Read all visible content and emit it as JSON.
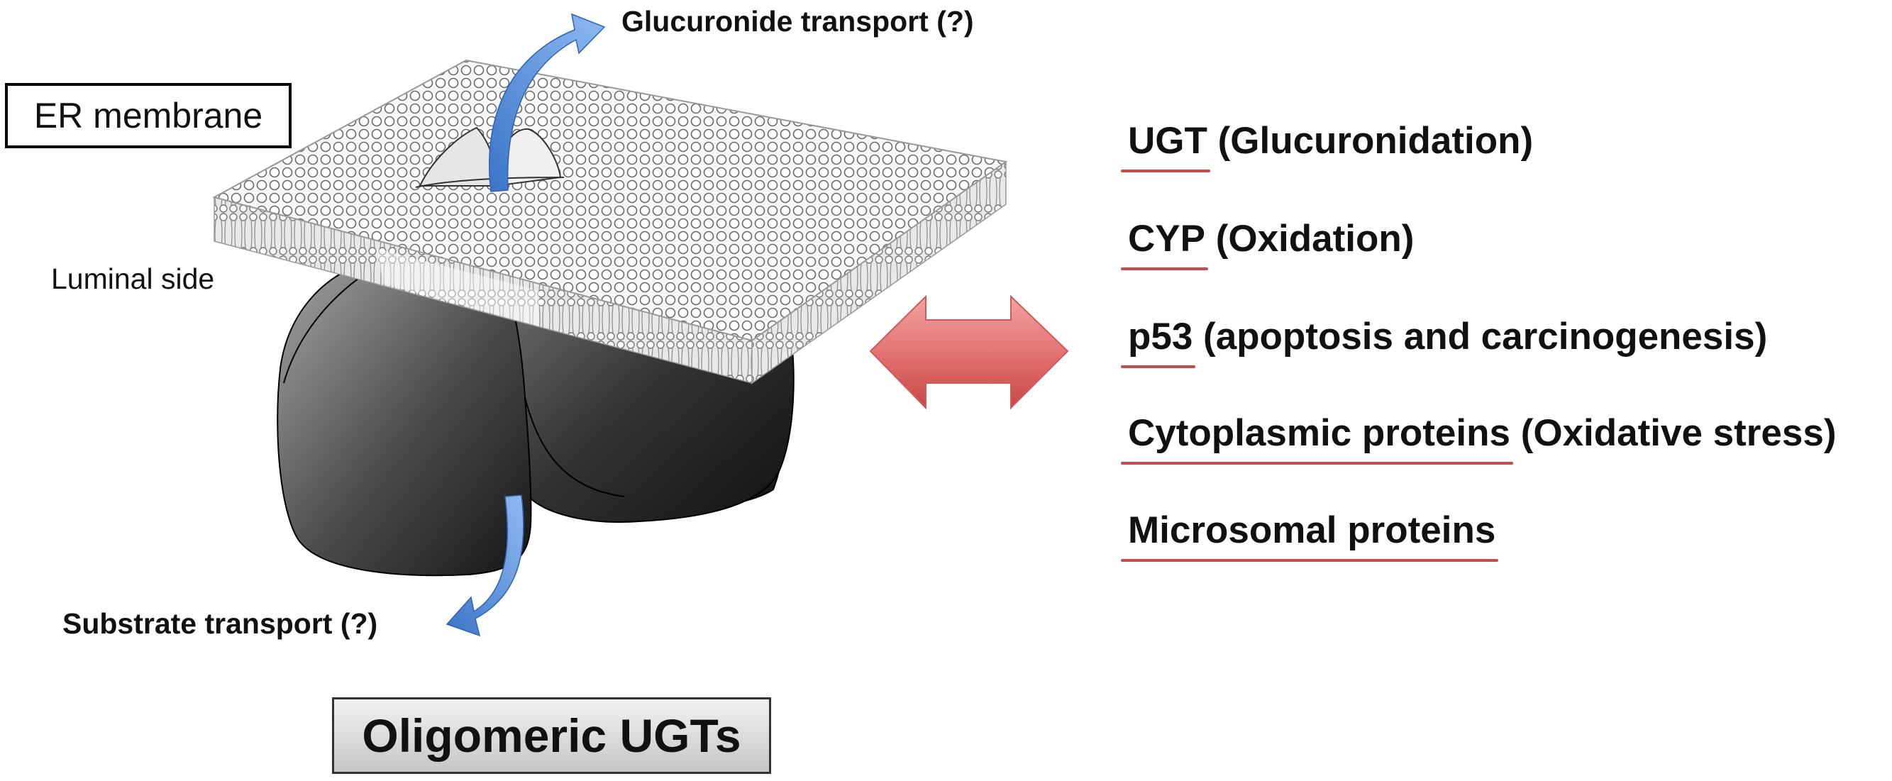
{
  "membrane_label": "ER membrane",
  "luminal_label": "Luminal side",
  "glucuronide_transport": "Glucuronide transport (?)",
  "substrate_transport": "Substrate transport (?)",
  "complex_label": "Oligomeric UGTs",
  "partners": [
    {
      "key": "UGT",
      "rest": " (Glucuronidation)"
    },
    {
      "key": "CYP",
      "rest": " (Oxidation)"
    },
    {
      "key": "p53",
      "rest": " (apoptosis and carcinogenesis)"
    },
    {
      "key": "Cytoplasmic proteins",
      "rest": " (Oxidative stress)"
    },
    {
      "key": "Microsomal proteins",
      "rest": ""
    }
  ],
  "colors": {
    "arrow_blue": "#4f8fe0",
    "double_arrow_red": "#e06a6a",
    "underline_red": "#c94a4a",
    "protein_dark": "#2a2a2a"
  },
  "icons": [
    "double-headed-arrow",
    "curved-arrow-up",
    "curved-arrow-down"
  ]
}
